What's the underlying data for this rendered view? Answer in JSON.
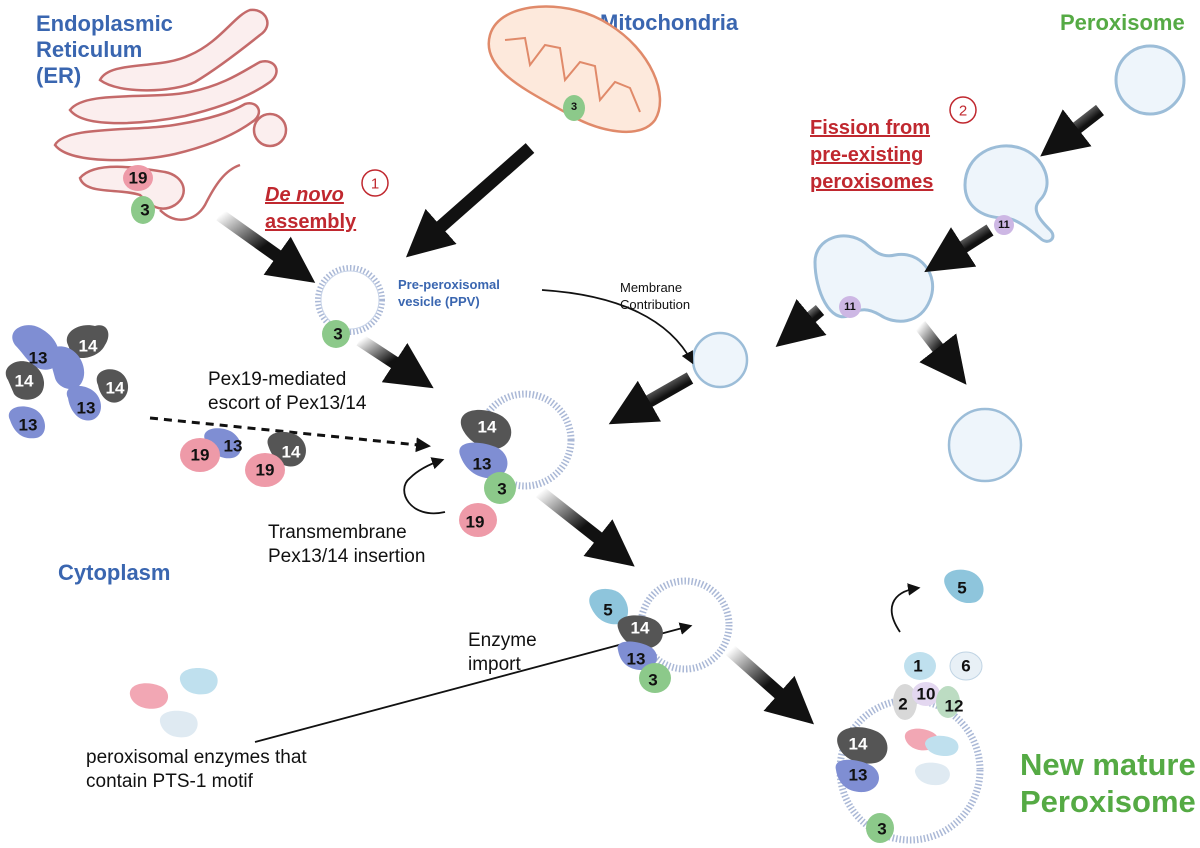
{
  "titles": {
    "er": [
      "Endoplasmic",
      "Reticulum",
      "(ER)"
    ],
    "mito": "Mitochondria",
    "perox": "Peroxisome",
    "cytoplasm": "Cytoplasm",
    "mature": [
      "New mature",
      "Peroxisome"
    ]
  },
  "pathways": {
    "denovo": {
      "number": "1",
      "line1": "De novo",
      "line2": "assembly"
    },
    "fission": {
      "number": "2",
      "lines": [
        "Fission from",
        "pre-existing",
        "peroxisomes"
      ]
    }
  },
  "labels": {
    "ppv": [
      "Pre-peroxisomal",
      "vesicle (PPV)"
    ],
    "membrane": [
      "Membrane",
      "Contribution"
    ],
    "escort": [
      "Pex19-mediated",
      "escort of Pex13/14"
    ],
    "insertion": [
      "Transmembrane",
      "Pex13/14 insertion"
    ],
    "import": [
      "Enzyme",
      "import"
    ],
    "enzymes": [
      "peroxisomal enzymes that",
      "contain PTS-1 motif"
    ]
  },
  "pex": {
    "p3": "3",
    "p5": "5",
    "p6": "6",
    "p1": "1",
    "p2": "2",
    "p10": "10",
    "p11": "11",
    "p12": "12",
    "p13": "13",
    "p14": "14",
    "p19": "19"
  },
  "colors": {
    "blue_title": "#3a66b0",
    "green_title": "#55aa44",
    "red_text": "#c0282f",
    "pex3": "#8cc98a",
    "pex13": "#7f8ed3",
    "pex14": "#555555",
    "pex19": "#ee9aa8",
    "pex5": "#8ec5dc",
    "pex11": "#cdb7e4",
    "vesicle": "#d7e7f3",
    "er": "#c46a6a"
  }
}
